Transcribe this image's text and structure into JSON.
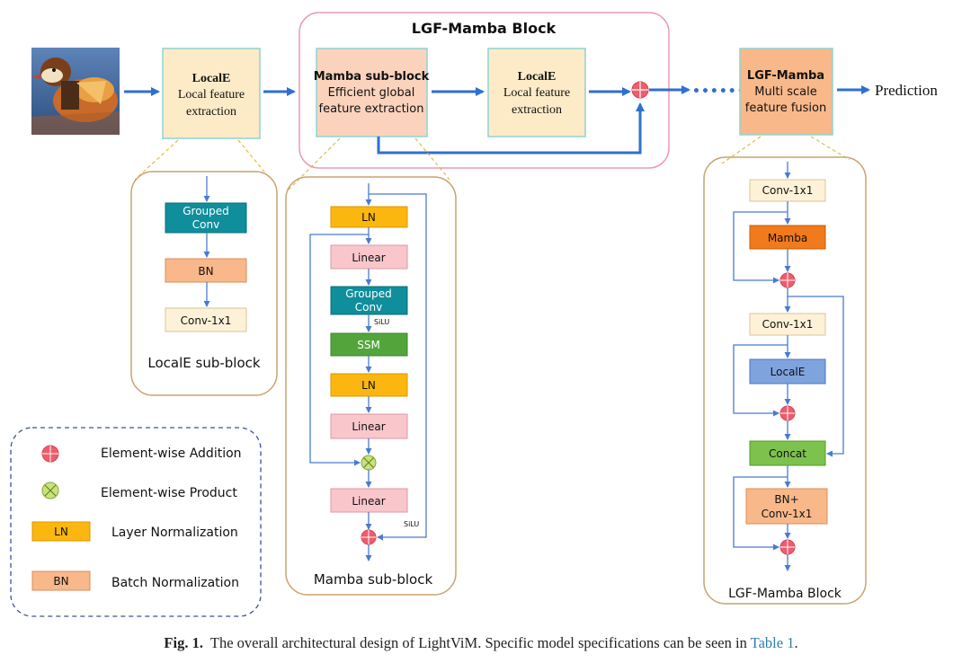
{
  "colors": {
    "arrow_blue": "#2f6fd0",
    "thin_blue": "#4a7bd0",
    "local_fill": "#fdebc8",
    "mamba_fill": "#fbd3bd",
    "teal": "#0f8e9c",
    "bn_orange": "#f9b88a",
    "conv_cream": "#fdf2d8",
    "ln_yellow": "#fbb70f",
    "linear_pink": "#f9c6cc",
    "ssm_green": "#53a53b",
    "mamba_orange": "#f07a1c",
    "locale_blue": "#7fa3dd",
    "concat_green": "#7dc24c",
    "add_red": "#ee5d6c",
    "prod_green": "#c8e27a"
  },
  "top": {
    "block_title": "LGF-Mamba Block",
    "locale1": {
      "title": "LocalE",
      "line1": "Local feature",
      "line2": "extraction"
    },
    "mamba": {
      "title": "Mamba sub-block",
      "line1": "Efficient global",
      "line2": "feature extraction"
    },
    "locale2": {
      "title": "LocalE",
      "line1": "Local feature",
      "line2": "extraction"
    },
    "lgf": {
      "title": "LGF-Mamba",
      "line1": "Multi scale",
      "line2": "feature fusion"
    },
    "prediction": "Prediction",
    "dots": "••••••"
  },
  "locale_sub": {
    "label": "LocalE sub-block",
    "grouped_l1": "Grouped",
    "grouped_l2": "Conv",
    "bn": "BN",
    "conv": "Conv-1x1"
  },
  "mamba_sub": {
    "label": "Mamba sub-block",
    "ln1": "LN",
    "linear1": "Linear",
    "grouped_l1": "Grouped",
    "grouped_l2": "Conv",
    "silu1": "SiLU",
    "ssm": "SSM",
    "ln2": "LN",
    "linear2": "Linear",
    "linear3": "Linear",
    "silu2": "SiLU"
  },
  "lgf_sub": {
    "label": "LGF-Mamba Block",
    "conv1": "Conv-1x1",
    "mamba": "Mamba",
    "conv2": "Conv-1x1",
    "locale": "LocalE",
    "concat": "Concat",
    "bn_l1": "BN+",
    "bn_l2": "Conv-1x1"
  },
  "legend": {
    "add": "Element-wise Addition",
    "prod": "Element-wise Product",
    "ln_swatch": "LN",
    "ln_label": "Layer Normalization",
    "bn_swatch": "BN",
    "bn_label": "Batch Normalization"
  },
  "caption": {
    "fig": "Fig. 1.",
    "text": "The overall architectural design of LightViM. Specific model specifications can be seen in",
    "link": "Table 1",
    "end": "."
  }
}
